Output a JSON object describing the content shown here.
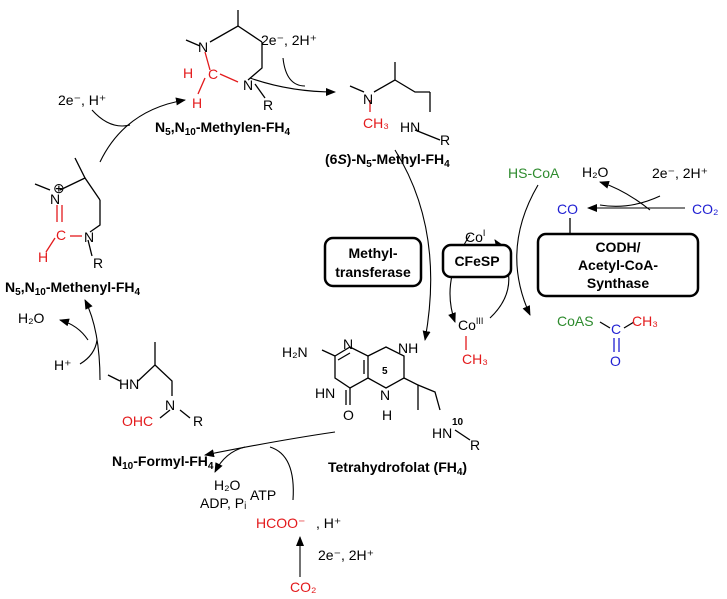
{
  "labels": {
    "methylene": "N5,N10-Methylen-FH4",
    "methyl": "(6S)-N5-Methyl-FH4",
    "methenyl": "N5,N10-Methenyl-FH4",
    "formyl": "N10-Formyl-FH4",
    "thf": "Tetrahydrofolat (FH4)"
  },
  "enzymes": {
    "methyltransferase_line1": "Methyl-",
    "methyltransferase_line2": "transferase",
    "cfesp": "CFeSP",
    "codh_line1": "CODH/",
    "codh_line2": "Acetyl-CoA-",
    "codh_line3": "Synthase"
  },
  "reagents": {
    "top_right": "2e⁻, 2H⁺",
    "top_left": "2e⁻, H⁺",
    "h2o_left": "H₂O",
    "h_plus_left": "H⁺",
    "h2o_right": "H₂O",
    "e_right": "2e⁻, 2H⁺",
    "co2_right": "CO₂",
    "co_right": "CO",
    "hs_coa": "HS-CoA",
    "co_i": "Co",
    "co_i_sup": "I",
    "co_iii": "Co",
    "co_iii_sup": "III",
    "ch3": "CH₃",
    "coas": "CoAS",
    "ch3_acetyl": "CH₃",
    "o_acetyl": "O",
    "h2o_bottom": "H₂O",
    "adp_pi": "ADP, Pᵢ",
    "atp": "ATP",
    "hcoo": "HCOO⁻",
    "h_plus_bottom": ", H⁺",
    "e_bottom": "2e⁻, 2H⁺",
    "co2_bottom": "CO₂"
  },
  "atoms": {
    "N": "N",
    "H": "H",
    "C": "C",
    "R": "R",
    "HN": "HN",
    "NH": "NH",
    "CH3": "CH₃",
    "H2N": "H₂N",
    "O": "O",
    "OHC": "OHC",
    "plus": "⊕",
    "ring5": "5",
    "ring10": "10"
  },
  "colors": {
    "red": "#e31a1c",
    "blue": "#1f1fd2",
    "green": "#2e8b2e",
    "black": "#000000"
  }
}
